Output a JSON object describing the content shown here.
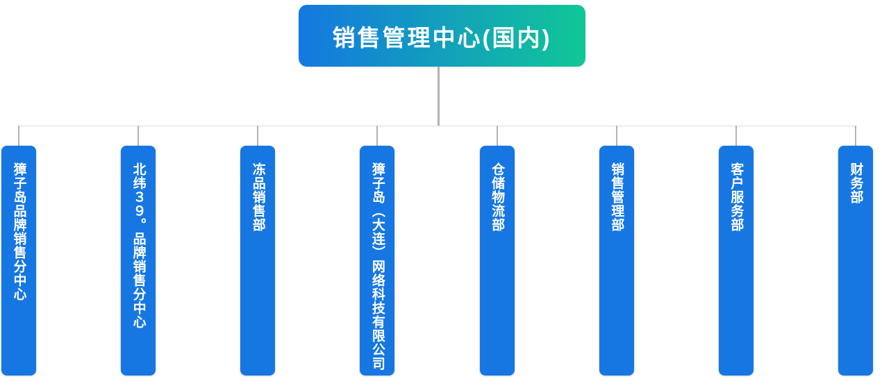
{
  "org_chart": {
    "root": {
      "label": "销售管理中心(国内)"
    },
    "departments": [
      {
        "label": "獐子岛品牌销售分中心"
      },
      {
        "label": "北纬３９。品牌销售分中心"
      },
      {
        "label": "冻品销售部"
      },
      {
        "label": "獐子岛（大连）网络科技有限公司"
      },
      {
        "label": "仓储物流部"
      },
      {
        "label": "销售管理部"
      },
      {
        "label": "客户服务部"
      },
      {
        "label": "财务部"
      }
    ],
    "colors": {
      "root_gradient_start": "#1478e1",
      "root_gradient_end": "#10c797",
      "department_fill": "#1677e2",
      "connector_vertical": "#b3b3b3",
      "connector_horizontal": "#dcdcdc",
      "text": "#ffffff"
    }
  }
}
